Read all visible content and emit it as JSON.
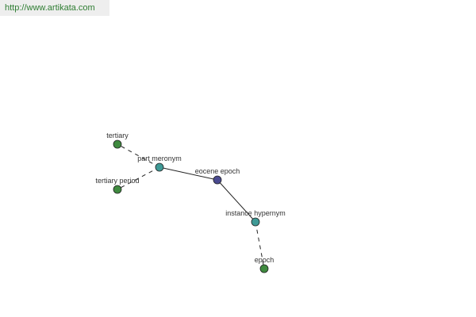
{
  "banner": {
    "url": "http://www.artikata.com"
  },
  "colors": {
    "center": "#4a4a90",
    "relation": "#3f9a96",
    "leaf": "#3f8a3f"
  },
  "graph": {
    "nodes": [
      {
        "id": "eocene",
        "label": "eocene epoch",
        "kind": "center"
      },
      {
        "id": "part",
        "label": "part meronym",
        "kind": "relation"
      },
      {
        "id": "instance",
        "label": "instance hypernym",
        "kind": "relation"
      },
      {
        "id": "tertiary",
        "label": "tertiary",
        "kind": "leaf"
      },
      {
        "id": "tertiary-period",
        "label": "tertiary period",
        "kind": "leaf"
      },
      {
        "id": "epoch",
        "label": "epoch",
        "kind": "leaf"
      }
    ],
    "edges": [
      {
        "from": "eocene",
        "to": "part",
        "style": "solid"
      },
      {
        "from": "eocene",
        "to": "instance",
        "style": "solid"
      },
      {
        "from": "part",
        "to": "tertiary",
        "style": "dashed"
      },
      {
        "from": "part",
        "to": "tertiary-period",
        "style": "dashed"
      },
      {
        "from": "instance",
        "to": "epoch",
        "style": "dashed"
      }
    ]
  }
}
